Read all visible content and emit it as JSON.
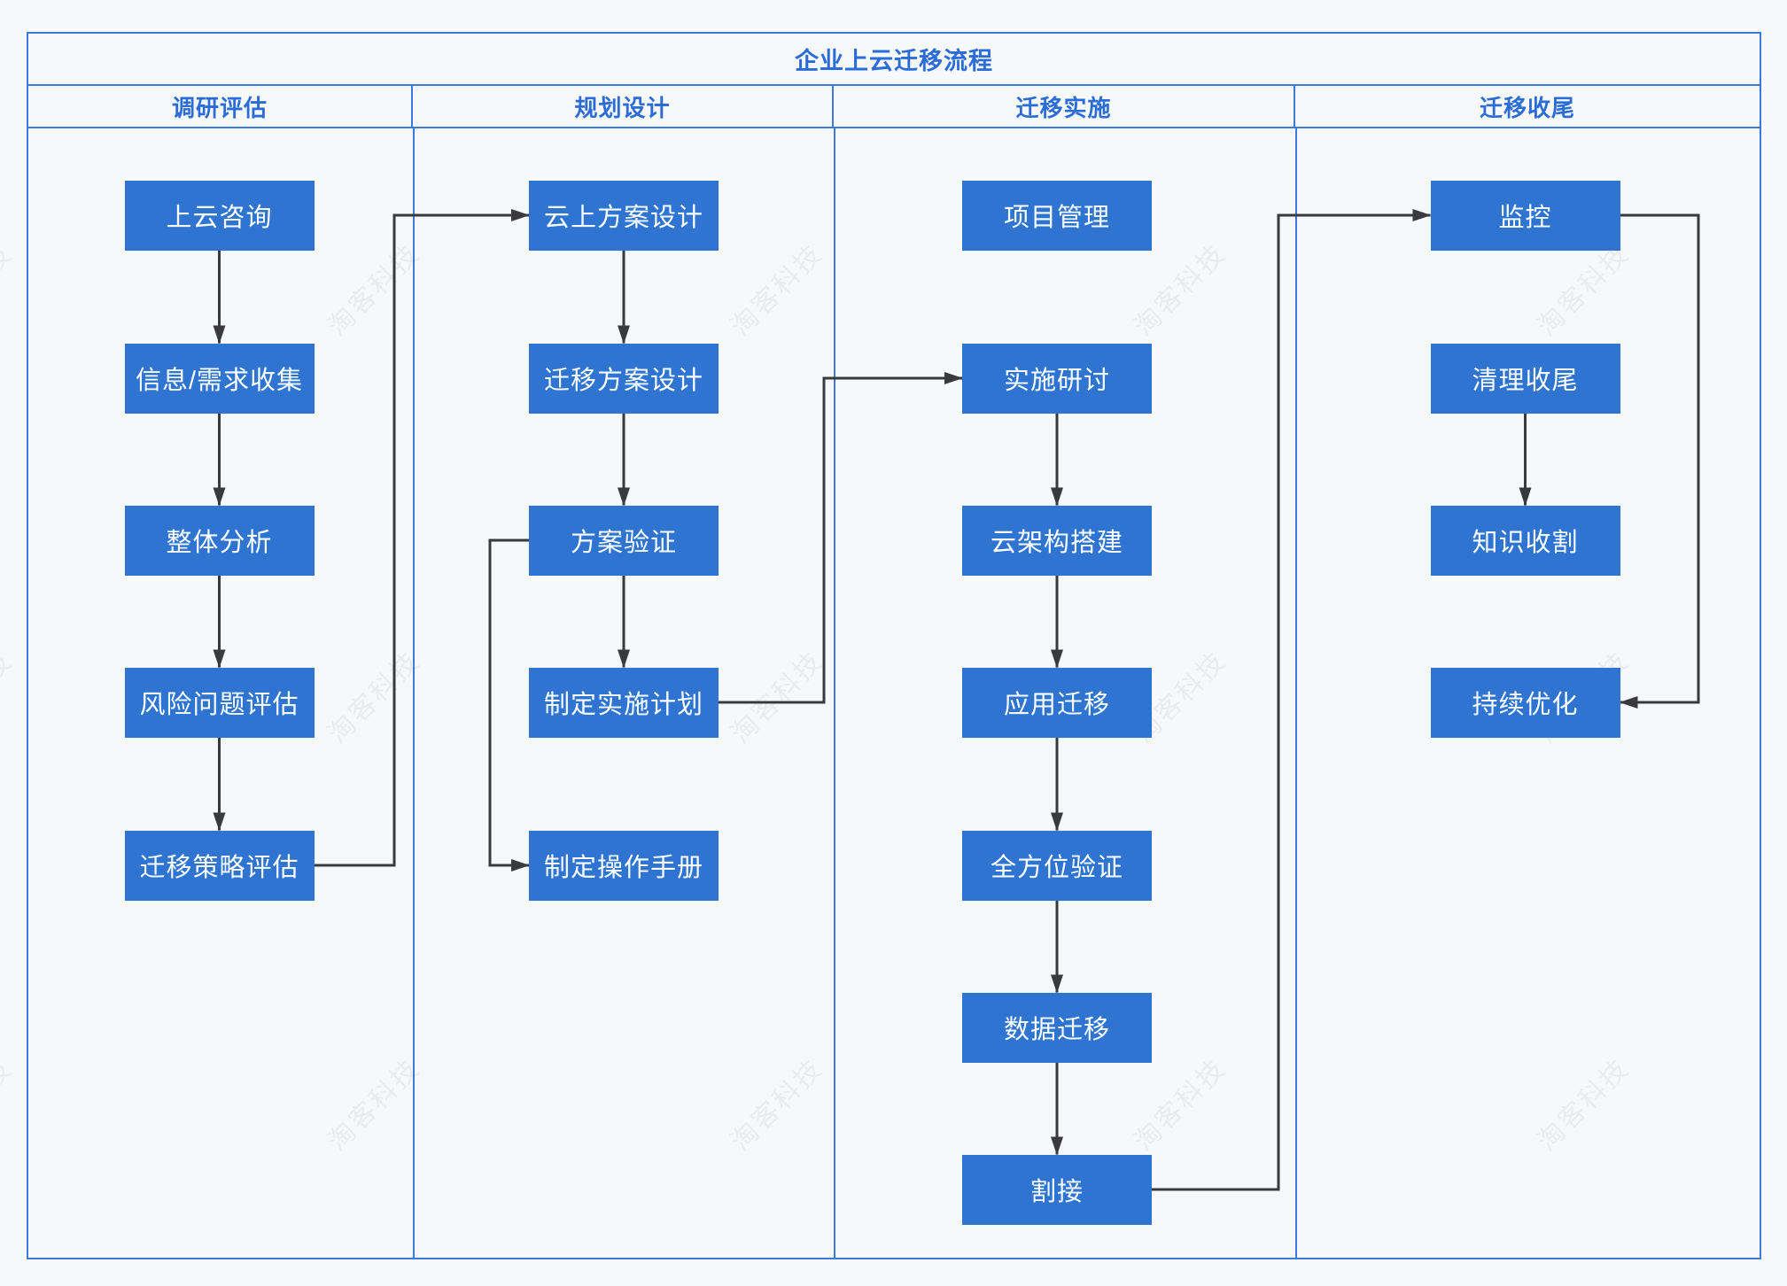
{
  "title": "企业上云迁移流程",
  "watermark": {
    "text": "淘客科技"
  },
  "colors": {
    "background": "#f7f8fa",
    "frame_line": "#3c7add",
    "heading_text": "#2c6cd6",
    "box_fill": "#2e74d0",
    "box_text": "#ffffff",
    "arrow": "#3a3a3e"
  },
  "lanes": [
    {
      "label": "调研评估",
      "nodes": [
        {
          "id": "consult",
          "label": "上云咨询",
          "row": 1
        },
        {
          "id": "collect",
          "label": "信息/需求收集",
          "row": 2
        },
        {
          "id": "analysis",
          "label": "整体分析",
          "row": 3
        },
        {
          "id": "risk",
          "label": "风险问题评估",
          "row": 4
        },
        {
          "id": "strategy",
          "label": "迁移策略评估",
          "row": 5
        }
      ]
    },
    {
      "label": "规划设计",
      "nodes": [
        {
          "id": "cloud-design",
          "label": "云上方案设计",
          "row": 1
        },
        {
          "id": "migration-design",
          "label": "迁移方案设计",
          "row": 2
        },
        {
          "id": "validation",
          "label": "方案验证",
          "row": 3
        },
        {
          "id": "impl-plan",
          "label": "制定实施计划",
          "row": 4
        },
        {
          "id": "manual",
          "label": "制定操作手册",
          "row": 5
        }
      ]
    },
    {
      "label": "迁移实施",
      "nodes": [
        {
          "id": "pm",
          "label": "项目管理",
          "row": 1
        },
        {
          "id": "discuss",
          "label": "实施研讨",
          "row": 2
        },
        {
          "id": "arch",
          "label": "云架构搭建",
          "row": 3
        },
        {
          "id": "app-mig",
          "label": "应用迁移",
          "row": 4
        },
        {
          "id": "verify",
          "label": "全方位验证",
          "row": 5
        },
        {
          "id": "data-mig",
          "label": "数据迁移",
          "row": 6
        },
        {
          "id": "cutover",
          "label": "割接",
          "row": 7
        }
      ]
    },
    {
      "label": "迁移收尾",
      "nodes": [
        {
          "id": "monitor",
          "label": "监控",
          "row": 1
        },
        {
          "id": "cleanup",
          "label": "清理收尾",
          "row": 2
        },
        {
          "id": "knowledge",
          "label": "知识收割",
          "row": 3
        },
        {
          "id": "optimize",
          "label": "持续优化",
          "row": 4
        }
      ]
    }
  ],
  "edges": [
    {
      "from": "consult",
      "to": "collect",
      "route": "down"
    },
    {
      "from": "collect",
      "to": "analysis",
      "route": "down"
    },
    {
      "from": "analysis",
      "to": "risk",
      "route": "down"
    },
    {
      "from": "risk",
      "to": "strategy",
      "route": "down"
    },
    {
      "from": "strategy",
      "to": "cloud-design",
      "route": "elbow",
      "fromSide": "right",
      "toSide": "left",
      "viaX": 445
    },
    {
      "from": "cloud-design",
      "to": "migration-design",
      "route": "down"
    },
    {
      "from": "migration-design",
      "to": "validation",
      "route": "down"
    },
    {
      "from": "validation",
      "to": "impl-plan",
      "route": "down"
    },
    {
      "from": "validation",
      "to": "manual",
      "route": "elbow",
      "fromSide": "left",
      "toSide": "left",
      "viaX": 553
    },
    {
      "from": "impl-plan",
      "to": "discuss",
      "route": "elbow",
      "fromSide": "right",
      "toSide": "left",
      "viaX": 930
    },
    {
      "from": "discuss",
      "to": "arch",
      "route": "down"
    },
    {
      "from": "arch",
      "to": "app-mig",
      "route": "down"
    },
    {
      "from": "app-mig",
      "to": "verify",
      "route": "down"
    },
    {
      "from": "verify",
      "to": "data-mig",
      "route": "down"
    },
    {
      "from": "data-mig",
      "to": "cutover",
      "route": "down"
    },
    {
      "from": "cutover",
      "to": "monitor",
      "route": "elbow",
      "fromSide": "right",
      "toSide": "left",
      "viaX": 1443
    },
    {
      "from": "monitor",
      "to": "optimize",
      "route": "elbow",
      "fromSide": "right",
      "toSide": "right",
      "viaX": 1917
    },
    {
      "from": "cleanup",
      "to": "knowledge",
      "route": "down"
    }
  ]
}
